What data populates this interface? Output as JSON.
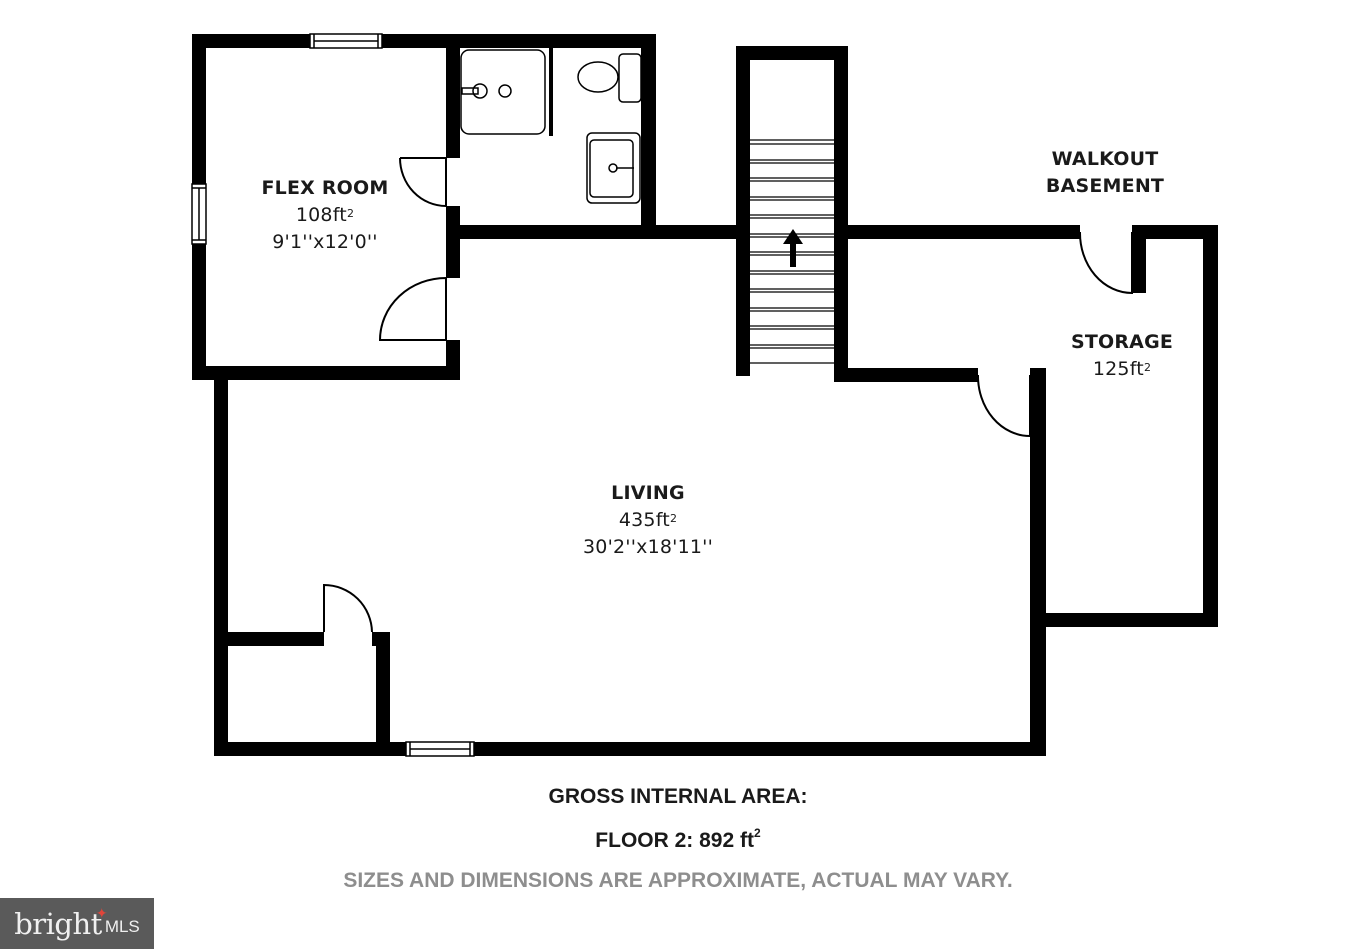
{
  "rooms": {
    "flex_room": {
      "name": "FLEX ROOM",
      "area_value": "108",
      "area_unit": "ft",
      "area_exp": "2",
      "dimensions": "9'1''x12'0''"
    },
    "living": {
      "name": "LIVING",
      "area_value": "435",
      "area_unit": "ft",
      "area_exp": "2",
      "dimensions": "30'2''x18'11''"
    },
    "storage": {
      "name": "STORAGE",
      "area_value": "125",
      "area_unit": "ft",
      "area_exp": "2"
    },
    "walkout": {
      "line1": "WALKOUT",
      "line2": "BASEMENT"
    }
  },
  "stairs": {
    "direction": "up",
    "icon": "arrow-up-icon"
  },
  "summary": {
    "gross_title": "GROSS INTERNAL AREA:",
    "floor_label": "FLOOR 2: 892 ft",
    "floor_exp": "2",
    "disclaimer": "SIZES AND DIMENSIONS ARE APPROXIMATE, ACTUAL MAY VARY."
  },
  "logo": {
    "brand": "bright",
    "suffix": "MLS",
    "bg_color": "#5a5a5a",
    "accent_color": "#e0453a"
  },
  "colors": {
    "wall": "#000000",
    "background": "#ffffff",
    "disclaimer": "#8e8e8e"
  }
}
